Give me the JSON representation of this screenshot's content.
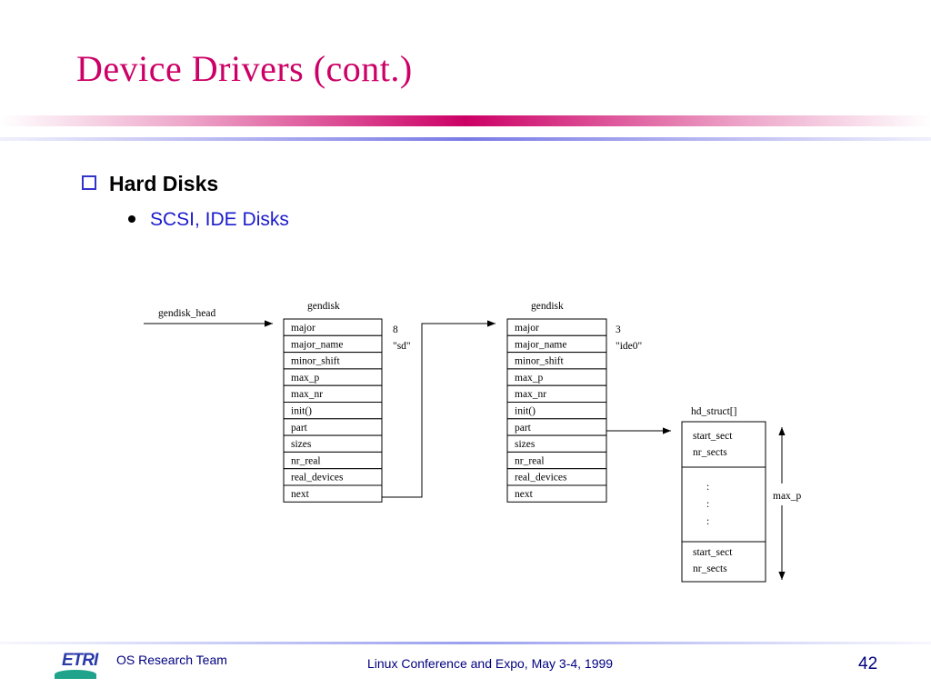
{
  "slide": {
    "title": "Device Drivers (cont.)",
    "bullet1": "Hard Disks",
    "bullet2": "SCSI, IDE Disks"
  },
  "diagram": {
    "head_label": "gendisk_head",
    "left": {
      "header": "gendisk",
      "fields": [
        "major",
        "major_name",
        "minor_shift",
        "max_p",
        "max_nr",
        "init()",
        "part",
        "sizes",
        "nr_real",
        "real_devices",
        "next"
      ],
      "major_value": "8",
      "name_value": "\"sd\""
    },
    "right": {
      "header": "gendisk",
      "fields": [
        "major",
        "major_name",
        "minor_shift",
        "max_p",
        "max_nr",
        "init()",
        "part",
        "sizes",
        "nr_real",
        "real_devices",
        "next"
      ],
      "major_value": "3",
      "name_value": "\"ide0\""
    },
    "hd": {
      "header": "hd_struct[]",
      "top": [
        "start_sect",
        "nr_sects"
      ],
      "dots": [
        ":",
        ":",
        ":"
      ],
      "bottom": [
        "start_sect",
        "nr_sects"
      ],
      "range_label": "max_p"
    }
  },
  "footer": {
    "logo_text": "ETRI",
    "team": "OS Research Team",
    "conference": "Linux Conference and Expo, May 3-4, 1999",
    "page": "42"
  }
}
